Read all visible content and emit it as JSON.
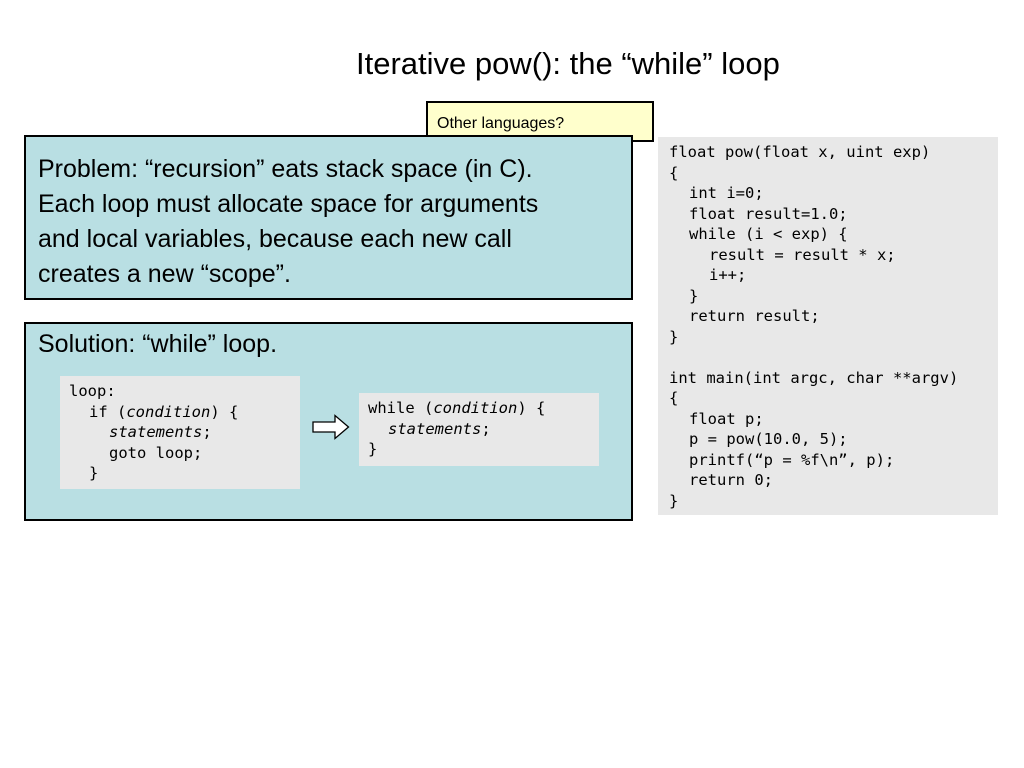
{
  "slide": {
    "title": "Iterative pow(): the “while” loop",
    "note": "Other languages?",
    "problem": {
      "lines": [
        "Problem: “recursion” eats stack space (in C).",
        "Each loop must allocate space for arguments",
        "and local variables, because each new call",
        "creates a new “scope”."
      ]
    },
    "solution": {
      "text": "Solution: “while” loop.",
      "loop_code": {
        "line1": "loop:",
        "line2_pre": "if (",
        "line2_em": "condition",
        "line2_post": ") {",
        "line3_em": "statements",
        "line3_post": ";",
        "line4": "goto loop;",
        "line5": "}"
      },
      "arrow_icon": "double-arrow-right-icon",
      "while_code": {
        "line1_pre": "while (",
        "line1_em": "condition",
        "line1_post": ") {",
        "line2_em": "statements",
        "line2_post": ";",
        "line3": "}"
      }
    },
    "program_code": {
      "lines": [
        {
          "text": "float pow(float x, uint exp)",
          "indent": 0
        },
        {
          "text": "{",
          "indent": 0
        },
        {
          "text": "int i=0;",
          "indent": 1
        },
        {
          "text": "float result=1.0;",
          "indent": 1
        },
        {
          "text": "while (i < exp) {",
          "indent": 1
        },
        {
          "text": "result = result * x;",
          "indent": 2
        },
        {
          "text": "i++;",
          "indent": 2
        },
        {
          "text": "}",
          "indent": 1
        },
        {
          "text": "return result;",
          "indent": 1
        },
        {
          "text": "}",
          "indent": 0
        },
        {
          "text": "",
          "indent": 0
        },
        {
          "text": "int main(int argc, char **argv)",
          "indent": 0
        },
        {
          "text": "{",
          "indent": 0
        },
        {
          "text": "float p;",
          "indent": 1
        },
        {
          "text": "p = pow(10.0, 5);",
          "indent": 1
        },
        {
          "text": "printf(“p = %f\\n”, p);",
          "indent": 1
        },
        {
          "text": "return 0;",
          "indent": 1
        },
        {
          "text": "}",
          "indent": 0
        }
      ]
    },
    "colors": {
      "panel_fill": "#b9dfe3",
      "note_fill": "#ffffcc",
      "code_fill": "#e8e8e8"
    }
  }
}
